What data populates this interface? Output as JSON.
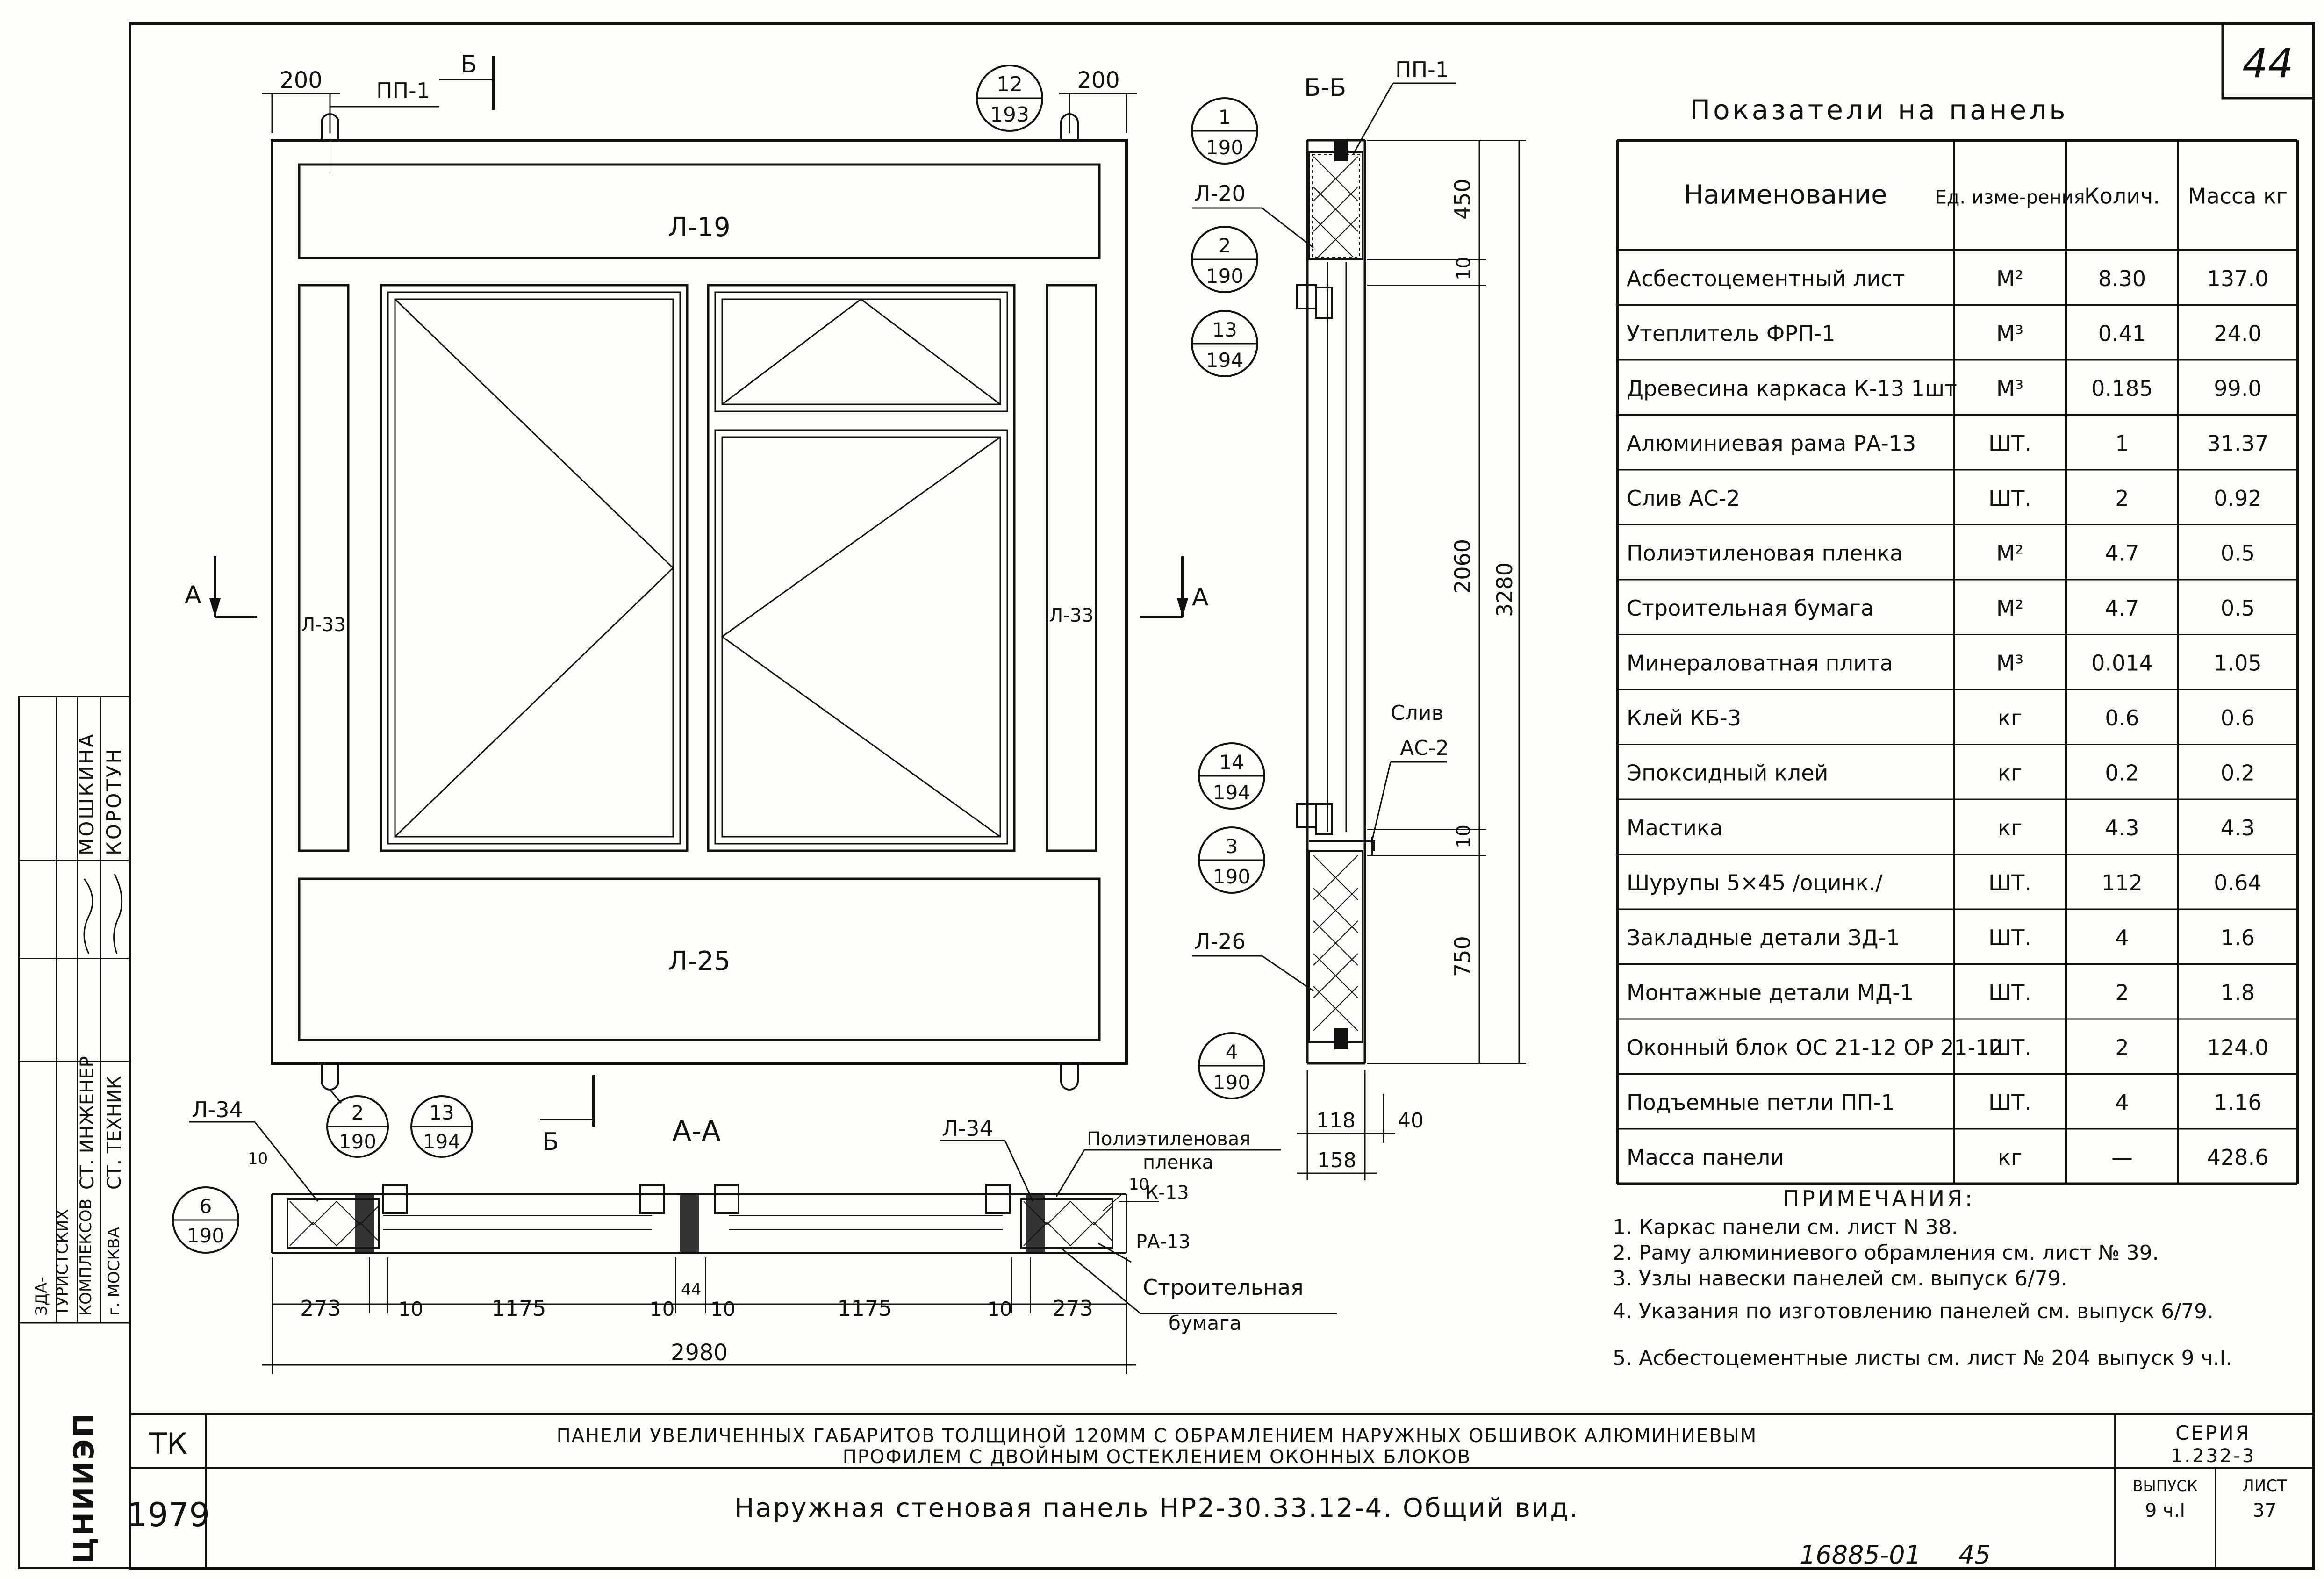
{
  "sheet_number": "44",
  "panel_front": {
    "dim_left": "200",
    "dim_right": "200",
    "loop_label_top": "ПП-1",
    "section_mark_top": "Б",
    "section_mark_bottom": "Б",
    "section_mark_left": "А",
    "section_mark_right": "А",
    "callout_top": {
      "num": "12",
      "sheet": "193"
    },
    "labels": {
      "top": "Л-19",
      "bottom": "Л-25",
      "left": "Л-33",
      "right": "Л-33"
    },
    "callouts_bottom": [
      {
        "num": "2",
        "sheet": "190"
      },
      {
        "num": "13",
        "sheet": "194"
      }
    ]
  },
  "section_bb": {
    "title": "Б-Б",
    "loop_label": "ПП-1",
    "callouts": [
      {
        "num": "1",
        "sheet": "190"
      },
      {
        "num": "2",
        "sheet": "190"
      },
      {
        "num": "13",
        "sheet": "194"
      },
      {
        "num": "14",
        "sheet": "194"
      },
      {
        "num": "3",
        "sheet": "190"
      },
      {
        "num": "4",
        "sheet": "190"
      }
    ],
    "labels": {
      "top": "Л-20",
      "bottom": "Л-26",
      "drip_1": "Слив",
      "drip_2": "АС-2"
    },
    "dims_vertical": [
      "450",
      "10",
      "2060",
      "3280",
      "10",
      "750"
    ],
    "dims_bottom": [
      "118",
      "40",
      "158"
    ]
  },
  "section_aa": {
    "title": "А-А",
    "callout": {
      "num": "6",
      "sheet": "190"
    },
    "labels": {
      "left": "Л-34",
      "right": "Л-34",
      "film_1": "Полиэтиленовая",
      "film_2": "пленка",
      "frame": "К-13",
      "profile": "РА-13",
      "paper_1": "Строительная",
      "paper_2": "бумага"
    },
    "small_dims": [
      "10",
      "10",
      "44"
    ],
    "dims": [
      "273",
      "10",
      "1175",
      "10",
      "10",
      "1175",
      "10",
      "273"
    ],
    "total": "2980"
  },
  "table": {
    "title": "Показатели на панель",
    "headers": [
      "Наименование",
      "Ед. изме-рения",
      "Колич.",
      "Масса кг"
    ],
    "rows": [
      [
        "Асбестоцементный лист",
        "М²",
        "8.30",
        "137.0"
      ],
      [
        "Утеплитель ФРП-1",
        "М³",
        "0.41",
        "24.0"
      ],
      [
        "Древесина каркаса К-13 1шт",
        "М³",
        "0.185",
        "99.0"
      ],
      [
        "Алюминиевая рама РА-13",
        "ШТ.",
        "1",
        "31.37"
      ],
      [
        "Слив АС-2",
        "ШТ.",
        "2",
        "0.92"
      ],
      [
        "Полиэтиленовая пленка",
        "М²",
        "4.7",
        "0.5"
      ],
      [
        "Строительная бумага",
        "М²",
        "4.7",
        "0.5"
      ],
      [
        "Минераловатная плита",
        "М³",
        "0.014",
        "1.05"
      ],
      [
        "Клей КБ-3",
        "кг",
        "0.6",
        "0.6"
      ],
      [
        "Эпоксидный клей",
        "кг",
        "0.2",
        "0.2"
      ],
      [
        "Мастика",
        "кг",
        "4.3",
        "4.3"
      ],
      [
        "Шурупы 5×45 /оцинк./",
        "ШТ.",
        "112",
        "0.64"
      ],
      [
        "Закладные детали ЗД-1",
        "ШТ.",
        "4",
        "1.6"
      ],
      [
        "Монтажные детали МД-1",
        "ШТ.",
        "2",
        "1.8"
      ],
      [
        "Оконный блок ОС 21-12 ОР 21-12",
        "ШТ.",
        "2",
        "124.0"
      ],
      [
        "Подъемные петли ПП-1",
        "ШТ.",
        "4",
        "1.16"
      ],
      [
        "Масса панели",
        "кг",
        "—",
        "428.6"
      ]
    ]
  },
  "notes": {
    "title": "ПРИМЕЧАНИЯ:",
    "items": [
      "1. Каркас панели см. лист N 38.",
      "2. Раму алюминиевого обрамления см. лист № 39.",
      "3. Узлы навески панелей см. выпуск 6/79.",
      "4. Указания по изготовлению панелей см. выпуск 6/79.",
      "5. Асбестоцементные листы см. лист № 204 выпуск 9 ч.I."
    ]
  },
  "left_stamp": {
    "org": "ЦНИИЭП",
    "org_lines": [
      "ЗДА-",
      "ТУРИСТСКИХ",
      "КОМПЛЕКСОВ",
      "г. МОСКВА"
    ],
    "roles": [
      "СТ. ИНЖЕНЕР",
      "СТ. ТЕХНИК"
    ],
    "names": [
      "МОШКИНА",
      "КОРОТУН"
    ]
  },
  "title_block": {
    "org_code": "ТК",
    "year": "1979",
    "line1": "ПАНЕЛИ УВЕЛИЧЕННЫХ ГАБАРИТОВ ТОЛЩИНОЙ 120ММ С ОБРАМЛЕНИЕМ НАРУЖНЫХ ОБШИВОК АЛЮМИНИЕВЫМ",
    "line2": "ПРОФИЛЕМ С ДВОЙНЫМ ОСТЕКЛЕНИЕМ ОКОННЫХ БЛОКОВ",
    "drawing_title": "Наружная стеновая панель НР2-30.33.12-4. Общий вид.",
    "series_label": "СЕРИЯ",
    "series": "1.232-3",
    "issue_label": "ВЫПУСК",
    "issue": "9 ч.I",
    "sheet_label": "ЛИСТ",
    "sheet": "37"
  },
  "footer": {
    "inventory": "16885-01",
    "page": "45"
  }
}
